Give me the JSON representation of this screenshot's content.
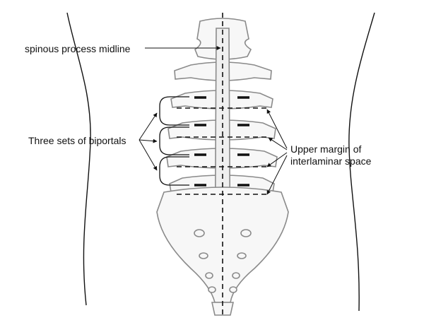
{
  "labels": {
    "midline": "spinous process midline",
    "biportals": "Three sets of biportals",
    "margin_line1": "Upper margin of",
    "margin_line2": "interlaminar space"
  },
  "colors": {
    "bone_fill": "#f7f7f7",
    "bone_outline": "#8a8a8a",
    "ink": "#111111"
  }
}
